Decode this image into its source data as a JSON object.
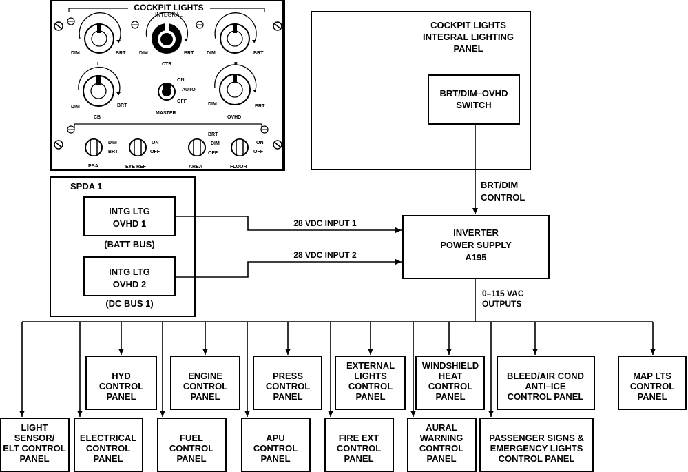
{
  "panel": {
    "title": "COCKPIT LIGHTS",
    "subtitle": "INTEGRAL",
    "dim": "DIM",
    "brt": "BRT",
    "knob_l": "L",
    "knob_ctr": "CTR",
    "knob_r": "R",
    "knob_cb": "CB",
    "knob_ovhd": "OVHD",
    "master_on": "ON",
    "master_auto": "AUTO",
    "master_off": "OFF",
    "master_label": "MASTER",
    "sw_pba": "PBA",
    "sw_eyeref": "EYE REF",
    "sw_area": "AREA",
    "sw_floor": "FLOOR",
    "on": "ON",
    "off": "OFF"
  },
  "ilp": {
    "title": [
      "COCKPIT LIGHTS",
      "INTEGRAL LIGHTING",
      "PANEL"
    ],
    "switch": [
      "BRT/DIM–OVHD",
      "SWITCH"
    ]
  },
  "spda": {
    "title": "SPDA 1",
    "ovhd1": [
      "INTG LTG",
      "OVHD 1"
    ],
    "ovhd1_bus": "(BATT BUS)",
    "ovhd2": [
      "INTG LTG",
      "OVHD 2"
    ],
    "ovhd2_bus": "(DC BUS 1)"
  },
  "signals": {
    "brt_dim": [
      "BRT/DIM",
      "CONTROL"
    ],
    "input1": "28 VDC INPUT 1",
    "input2": "28 VDC INPUT 2",
    "outputs": [
      "0–115 VAC",
      "OUTPUTS"
    ]
  },
  "inverter": [
    "INVERTER",
    "POWER SUPPLY",
    "A195"
  ],
  "upper_panels": {
    "hyd": [
      "HYD",
      "CONTROL",
      "PANEL"
    ],
    "engine": [
      "ENGINE",
      "CONTROL",
      "PANEL"
    ],
    "press": [
      "PRESS",
      "CONTROL",
      "PANEL"
    ],
    "external": [
      "EXTERNAL",
      "LIGHTS",
      "CONTROL",
      "PANEL"
    ],
    "windshield": [
      "WINDSHIELD",
      "HEAT",
      "CONTROL",
      "PANEL"
    ],
    "bleed": [
      "BLEED/AIR COND",
      "ANTI–ICE",
      "CONTROL PANEL"
    ],
    "map": [
      "MAP LTS",
      "CONTROL",
      "PANEL"
    ]
  },
  "lower_panels": {
    "light_sensor": [
      "LIGHT",
      "SENSOR/",
      "ELT CONTROL",
      "PANEL"
    ],
    "electrical": [
      "ELECTRICAL",
      "CONTROL",
      "PANEL"
    ],
    "fuel": [
      "FUEL",
      "CONTROL",
      "PANEL"
    ],
    "apu": [
      "APU",
      "CONTROL",
      "PANEL"
    ],
    "fire": [
      "FIRE EXT",
      "CONTROL",
      "PANEL"
    ],
    "aural": [
      "AURAL",
      "WARNING",
      "CONTROL",
      "PANEL"
    ],
    "pax": [
      "PASSENGER SIGNS &",
      "EMERGENCY LIGHTS",
      "CONTROL PANEL"
    ]
  }
}
